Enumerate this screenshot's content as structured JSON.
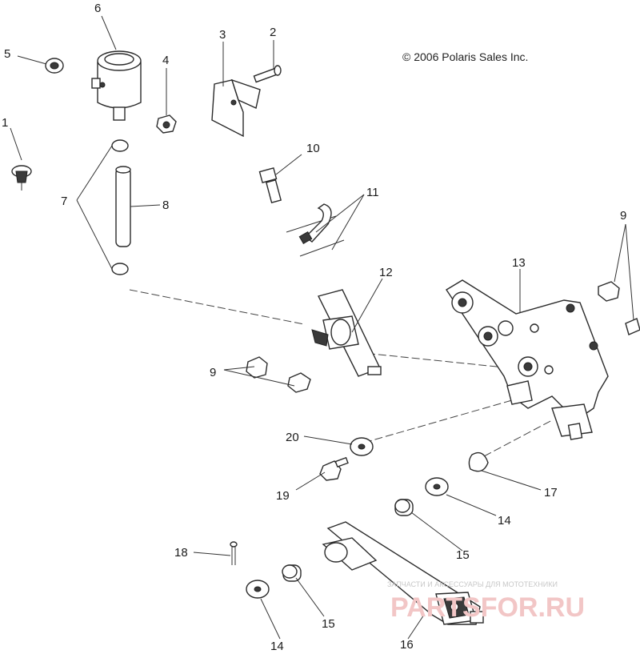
{
  "copyright": "© 2006 Polaris Sales Inc.",
  "labels": {
    "l1": "1",
    "l2": "2",
    "l3": "3",
    "l4": "4",
    "l5": "5",
    "l6": "6",
    "l7": "7",
    "l8": "8",
    "l9a": "9",
    "l9b": "9",
    "l10": "10",
    "l11": "11",
    "l12": "12",
    "l13": "13",
    "l14a": "14",
    "l14b": "14",
    "l15a": "15",
    "l15b": "15",
    "l16": "16",
    "l17": "17",
    "l18": "18",
    "l19": "19",
    "l20": "20"
  },
  "watermark": {
    "tagline": "ЗАПЧАСТИ И АКСЕССУАРЫ ДЛЯ МОТОТЕХНИКИ",
    "brand": "PARTSFOR.RU"
  }
}
